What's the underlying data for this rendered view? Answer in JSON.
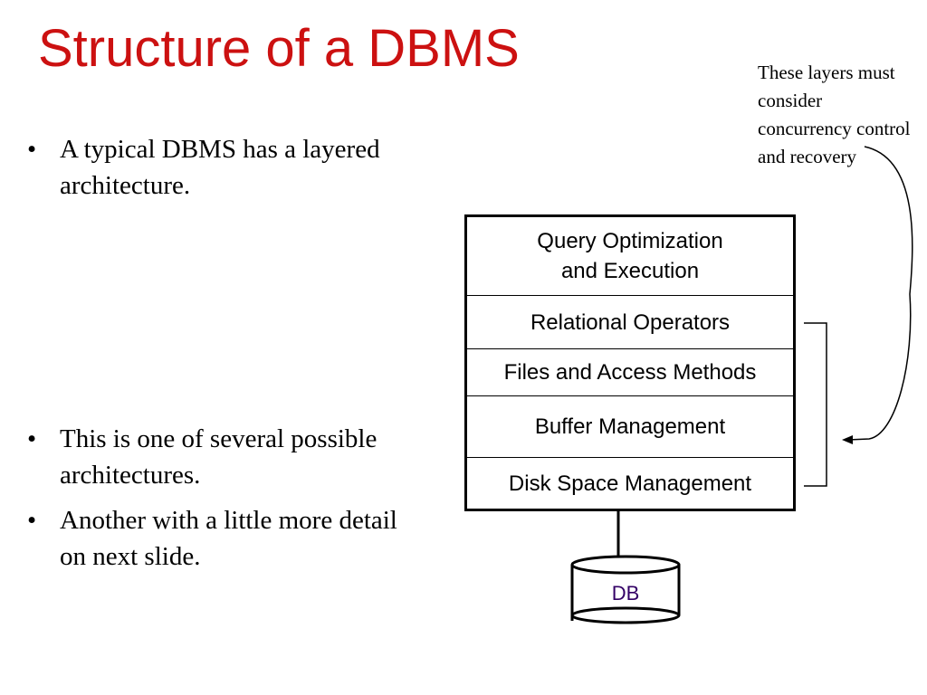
{
  "title": "Structure of a DBMS",
  "bullets_top": [
    {
      "marker": "•",
      "text": "A typical DBMS has a layered architecture."
    }
  ],
  "bullets_bottom": [
    {
      "marker": "•",
      "text": "This is one of several possible architectures."
    },
    {
      "marker": "•",
      "text": "Another with a little more detail on next slide."
    }
  ],
  "note": "These layers must consider concurrency control and recovery",
  "layers": [
    "Query Optimization\nand Execution",
    "Relational Operators",
    "Files and Access Methods",
    "Buffer Management",
    "Disk Space Management"
  ],
  "database": {
    "label": "DB"
  },
  "colors": {
    "title": "#cc1111",
    "db_label": "#330066"
  }
}
